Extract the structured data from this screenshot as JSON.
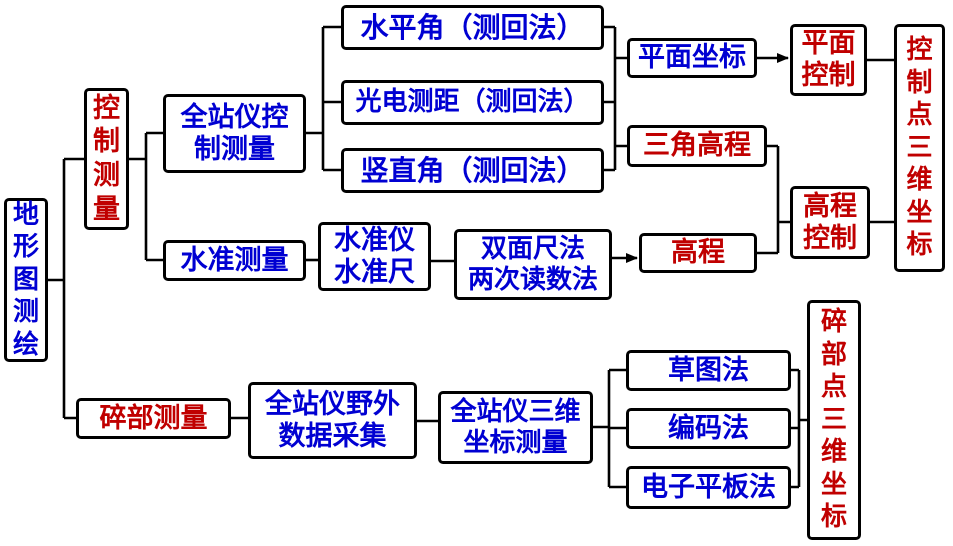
{
  "diagram": {
    "title": "地形图测绘流程图",
    "colors": {
      "node_text_blue": "#0000d2",
      "node_text_red": "#c00000",
      "node_border": "#000000",
      "connector": "#000000",
      "background": "#ffffff"
    },
    "nodes": {
      "root": {
        "label": "地\n形\n图\n测\n绘"
      },
      "control_survey": {
        "label": "控\n制\n测\n量"
      },
      "total_station_control": {
        "label": "全站仪控\n制测量"
      },
      "level_survey": {
        "label": "水准测量"
      },
      "horizontal_angle": {
        "label": "水平角（测回法）"
      },
      "edm_distance": {
        "label": "光电测距（测回法）"
      },
      "vertical_angle": {
        "label": "竖直角（测回法）"
      },
      "plane_coords": {
        "label": "平面坐标"
      },
      "plane_control": {
        "label": "平面\n控制"
      },
      "trig_leveling": {
        "label": "三角高程"
      },
      "height_control": {
        "label": "高程\n控制"
      },
      "control_point_3d": {
        "label": "控\n制\n点\n三\n维\n坐\n标"
      },
      "level_instrument": {
        "label": "水准仪\n水准尺"
      },
      "double_face_method": {
        "label": "双面尺法\n两次读数法"
      },
      "height": {
        "label": "高程"
      },
      "detail_survey": {
        "label": "碎部测量"
      },
      "field_data_collection": {
        "label": "全站仪野外\n数据采集"
      },
      "total_station_3d": {
        "label": "全站仪三维\n坐标测量"
      },
      "sketch_method": {
        "label": "草图法"
      },
      "coding_method": {
        "label": "编码法"
      },
      "e_tablet_method": {
        "label": "电子平板法"
      },
      "detail_point_3d": {
        "label": "碎\n部\n点\n三\n维\n坐\n标"
      }
    }
  }
}
